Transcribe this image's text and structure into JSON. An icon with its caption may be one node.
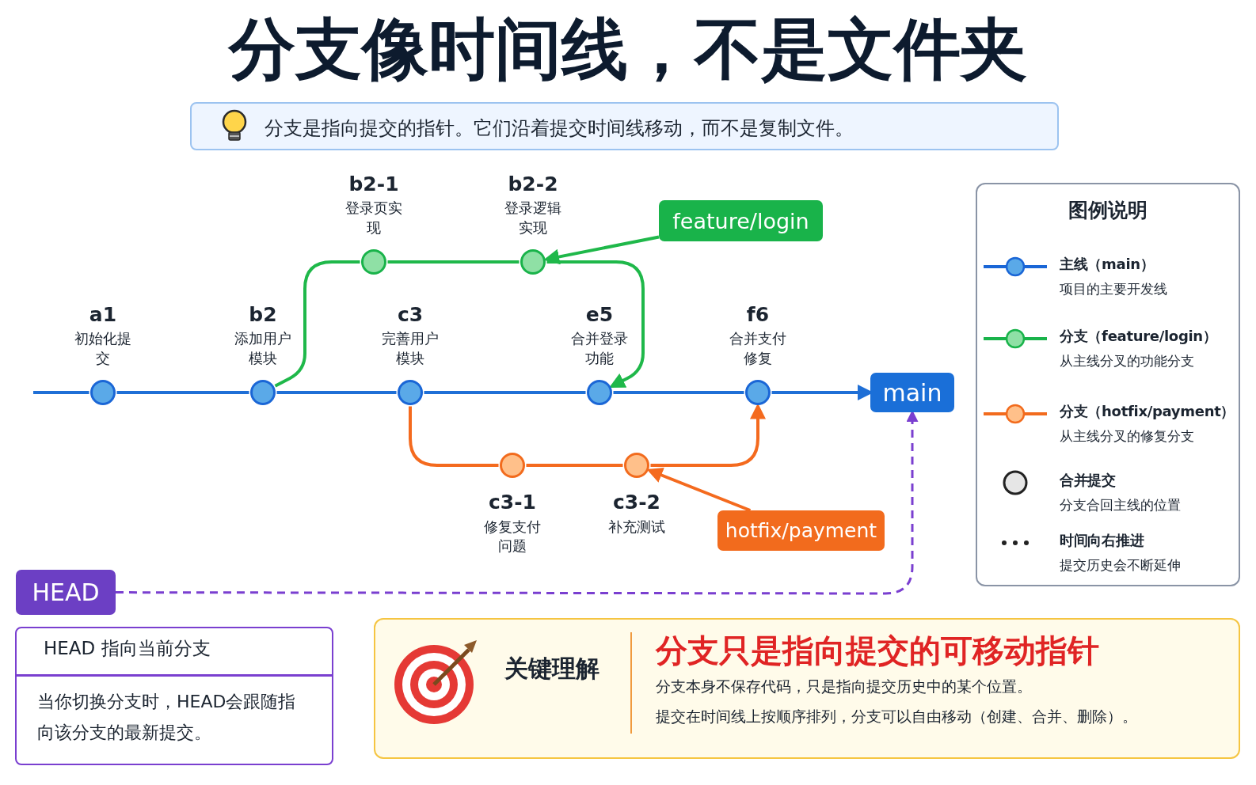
{
  "diagram": {
    "title": "分支像时间线，不是文件夹",
    "nodes": [
      {
        "text": [
          "分支是指向提交的指针。它们沿着提交时间线移动，而不是复制文件。"
        ]
      },
      {
        "text": [
          "a1",
          "初始化提交"
        ]
      },
      {
        "text": [
          "b2",
          "添加用户模块"
        ]
      },
      {
        "text": [
          "c3",
          "完善用户模块"
        ]
      },
      {
        "text": [
          "e5",
          "合并登录功能"
        ]
      },
      {
        "text": [
          "f6",
          "合并支付修复"
        ]
      },
      {
        "text": [
          "main"
        ]
      },
      {
        "text": [
          "b2-1",
          "登录页实现"
        ]
      },
      {
        "text": [
          "b2-2",
          "登录逻辑实现"
        ]
      },
      {
        "text": [
          "feature/login"
        ]
      },
      {
        "text": [
          "c3-1",
          "修复支付问题"
        ]
      },
      {
        "text": [
          "c3-2",
          "补充测试"
        ]
      },
      {
        "text": [
          "hotfix/payment"
        ]
      },
      {
        "text": [
          "HEAD"
        ]
      },
      {
        "text": [
          "HEAD 指向当前分支",
          "当你切换分支时，HEAD会跟随指向该分支的最新提交。"
        ]
      },
      {
        "text": [
          "图例说明"
        ]
      },
      {
        "text": [
          "关键理解",
          "分支只是指向提交的可移动指针",
          "分支本身不保存代码，只是指向提交历史中的某个位置。",
          "提交在时间线上按顺序排列，分支可以自由移动（创建、合并、删除）。"
        ]
      }
    ],
    "edges": [
      {
        "from": null,
        "to": 1,
        "arrow": "none"
      },
      {
        "from": 1,
        "to": 2,
        "arrow": "none"
      },
      {
        "from": 2,
        "to": 3,
        "arrow": "none"
      },
      {
        "from": 3,
        "to": 4,
        "arrow": "none"
      },
      {
        "from": 4,
        "to": 5,
        "arrow": "none"
      },
      {
        "from": 5,
        "to": 6,
        "arrow": "to"
      },
      {
        "from": 2,
        "to": 7,
        "arrow": "none",
        "color": "#1fb84a"
      },
      {
        "from": 7,
        "to": 8,
        "arrow": "none",
        "color": "#1fb84a"
      },
      {
        "from": 8,
        "to": 4,
        "arrow": "to",
        "color": "#1fb84a"
      },
      {
        "from": 9,
        "to": 8,
        "arrow": "to",
        "color": "#1fb84a"
      },
      {
        "from": 3,
        "to": 10,
        "arrow": "none",
        "color": "#f46a1e"
      },
      {
        "from": 10,
        "to": 11,
        "arrow": "none",
        "color": "#f46a1e"
      },
      {
        "from": 11,
        "to": 5,
        "arrow": "to",
        "color": "#f46a1e"
      },
      {
        "from": 12,
        "to": 11,
        "arrow": "to",
        "color": "#f46a1e"
      },
      {
        "from": 13,
        "to": 6,
        "arrow": "to",
        "style": "dashed",
        "color": "#7a3fd0"
      }
    ],
    "labels": [
      "项目的主要开发线",
      "从主线分叉的功能分支",
      "从主线分叉的修复分支",
      "分支合回主线的位置",
      "提交历史会不断延伸"
    ],
    "legend": [
      {
        "text": "主线（main）"
      },
      {
        "text": "分支（feature/login）"
      },
      {
        "text": "分支（hotfix/payment）"
      },
      {
        "text": "合并提交"
      },
      {
        "text": "时间向右推进"
      }
    ]
  }
}
